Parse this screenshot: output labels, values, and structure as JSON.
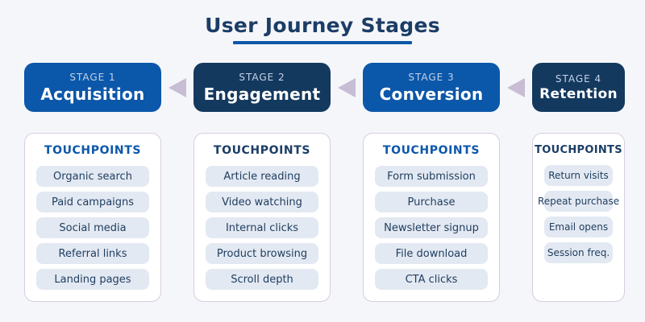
{
  "title": {
    "text": "User Journey Stages"
  },
  "colors": {
    "bg": "#f5f6fa",
    "blue": "#0b57aa",
    "navy": "#14395f",
    "title": "#1b3d66",
    "underline": "#0e57a8",
    "stage-label": "#c5d2e4",
    "arrow": "#c7bdd4",
    "card-bg": "#ffffff",
    "card-border": "#d8cce0",
    "pill-bg": "#e3e9f2",
    "pill-text": "#1e3c5f"
  },
  "touchpoints_heading": "TOUCHPOINTS",
  "stages": [
    {
      "stage_label": "STAGE 1",
      "name": "Acquisition",
      "theme": "blue",
      "touchpoints": [
        "Organic search",
        "Paid campaigns",
        "Social media",
        "Referral links",
        "Landing pages"
      ]
    },
    {
      "stage_label": "STAGE 2",
      "name": "Engagement",
      "theme": "navy",
      "touchpoints": [
        "Article reading",
        "Video watching",
        "Internal clicks",
        "Product browsing",
        "Scroll depth"
      ]
    },
    {
      "stage_label": "STAGE 3",
      "name": "Conversion",
      "theme": "blue",
      "touchpoints": [
        "Form submission",
        "Purchase",
        "Newsletter signup",
        "File download",
        "CTA clicks"
      ]
    },
    {
      "stage_label": "STAGE 4",
      "name": "Retention",
      "theme": "navy",
      "touchpoints": [
        "Return visits",
        "Repeat purchase",
        "Email opens",
        "Session freq."
      ]
    }
  ]
}
